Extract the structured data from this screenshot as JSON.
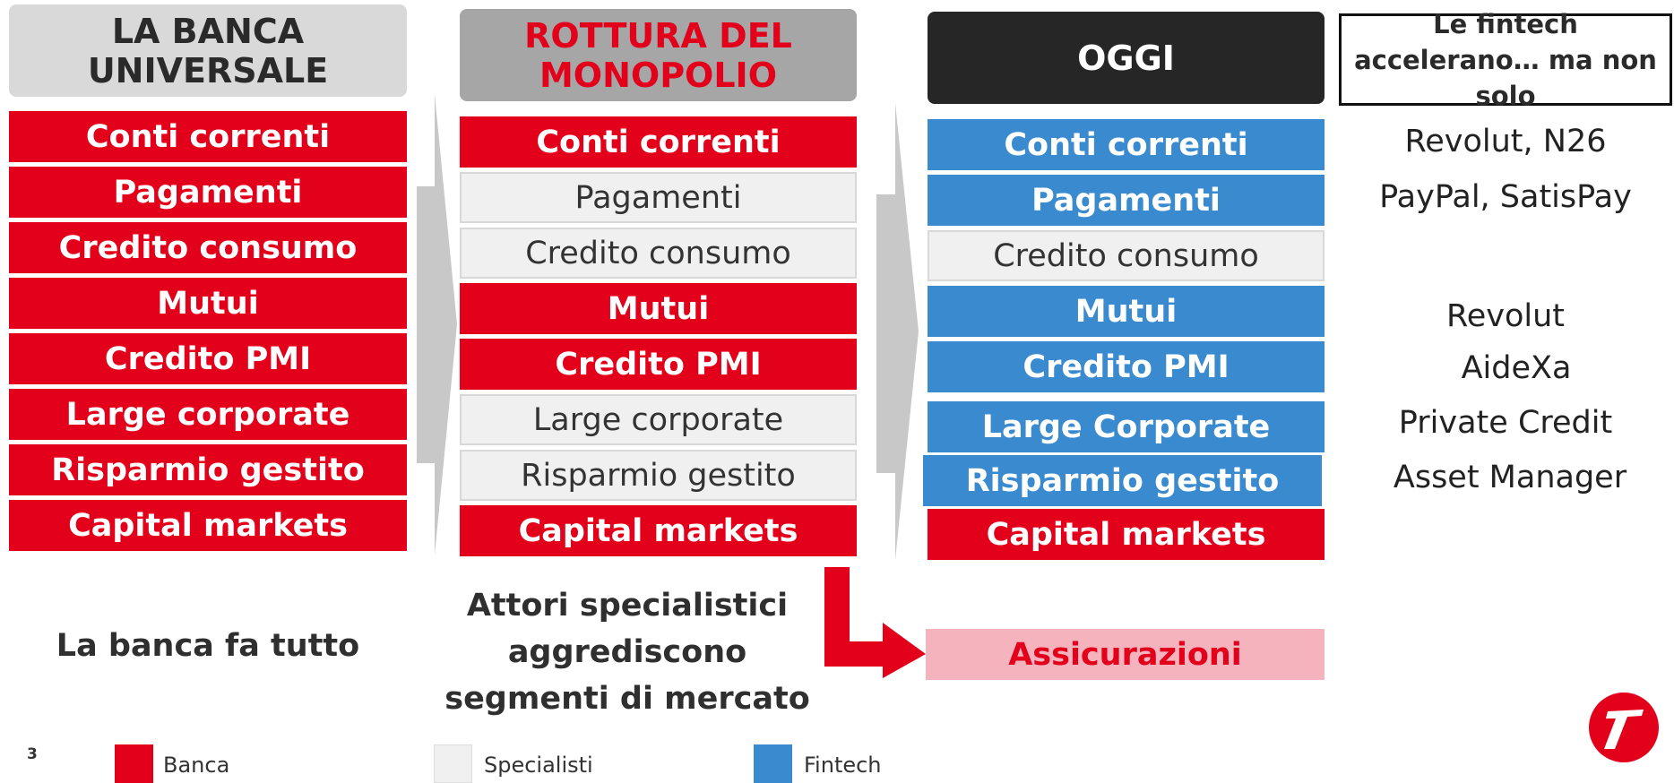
{
  "columns": [
    {
      "title": "LA BANCA UNIVERSALE",
      "items": [
        "Conti correnti",
        "Pagamenti",
        "Credito consumo",
        "Mutui",
        "Credito PMI",
        "Large corporate",
        "Risparmio gestito",
        "Capital markets"
      ]
    },
    {
      "title": "ROTTURA DEL MONOPOLIO",
      "items": [
        "Conti correnti",
        "Pagamenti",
        "Credito consumo",
        "Mutui",
        "Credito PMI",
        "Large corporate",
        "Risparmio gestito",
        "Capital markets"
      ]
    },
    {
      "title": "OGGI",
      "items": [
        "Conti correnti",
        "Pagamenti",
        "Credito consumo",
        "Mutui",
        "Credito PMI",
        "Large Corporate",
        "Risparmio gestito",
        "Capital markets"
      ],
      "extra": "Assicurazioni"
    }
  ],
  "fintech": {
    "title": "Le fintech accelerano… ma non solo",
    "names": [
      "Revolut, N26",
      "PayPal, SatisPay",
      "Revolut",
      "AideXa",
      "Private Credit",
      "Asset Manager"
    ]
  },
  "captions": {
    "left": "La banca fa tutto",
    "middle": "Attori specialistici aggrediscono segmenti di mercato"
  },
  "legend": [
    {
      "label": "Banca",
      "color": "#e2001a"
    },
    {
      "label": "Specialisti",
      "color": "#f0f0f0"
    },
    {
      "label": "Fintech",
      "color": "#3a8ad0"
    }
  ],
  "page_number": "3",
  "colors": {
    "bank_red": "#e2001a",
    "fintech_blue": "#3a8ad0",
    "specialist_grey": "#f0f0f0",
    "insurance_pink": "#f4b3bd"
  },
  "logo": "unicredit-logo-icon"
}
